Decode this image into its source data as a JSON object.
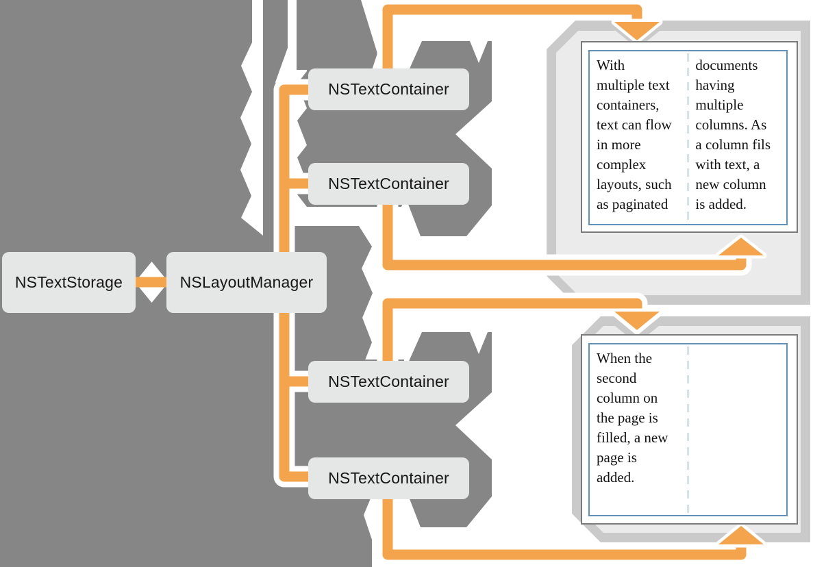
{
  "diagram": {
    "nodes": {
      "text_storage": "NSTextStorage",
      "layout_manager": "NSLayoutManager",
      "container_1": "NSTextContainer",
      "container_2": "NSTextContainer",
      "container_3": "NSTextContainer",
      "container_4": "NSTextContainer"
    },
    "pages": {
      "page1": {
        "col1": "With\nmultiple text\ncontainers,\ntext can flow\nin more\ncomplex\nlayouts, such\nas paginated",
        "col2": "documents\nhaving\nmultiple\ncolumns. As\na column fils\nwith text, a\nnew column\nis added."
      },
      "page2": {
        "col1": "When the\nsecond\ncolumn on\nthe page is\nfilled, a new\npage is\nadded.",
        "col2": ""
      }
    },
    "colors": {
      "orange": "#F3A44C",
      "gray_field": "#868686",
      "node_bg": "#E5E6E6",
      "node_text": "#161616",
      "backdrop_outer": "#CACACA",
      "backdrop_inner": "#EBEBEB",
      "page_border": "#7B7B7B",
      "column_border": "#6191B6",
      "text": "#121212"
    }
  }
}
